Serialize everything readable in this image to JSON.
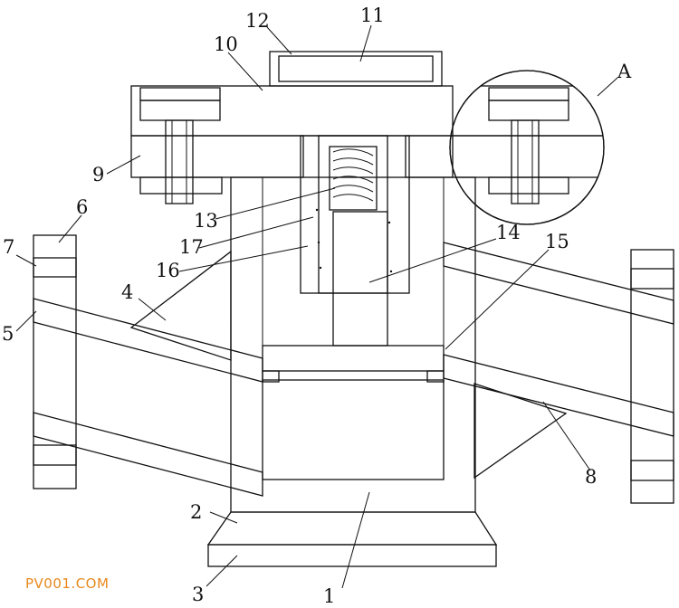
{
  "labels": {
    "l1": "1",
    "l2": "2",
    "l3": "3",
    "l4": "4",
    "l5": "5",
    "l6": "6",
    "l7": "7",
    "l8": "8",
    "l9": "9",
    "l10": "10",
    "l11": "11",
    "l12": "12",
    "l13": "13",
    "l14": "14",
    "l15": "15",
    "l16": "16",
    "l17": "17",
    "lA": "A"
  },
  "watermark": "PV001.COM",
  "colors": {
    "line": "#111111",
    "watermark": "#e8891e",
    "background": "#ffffff"
  }
}
